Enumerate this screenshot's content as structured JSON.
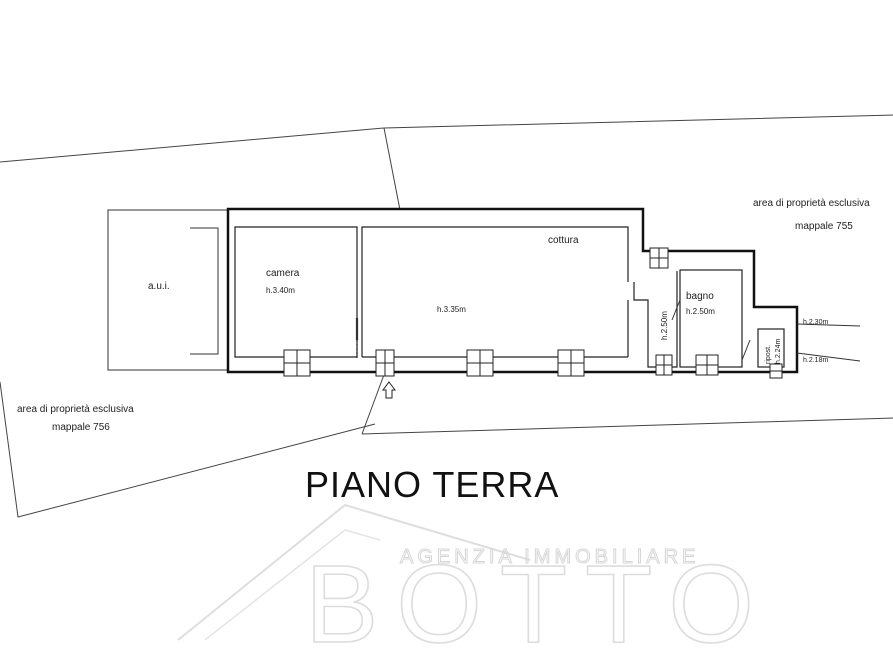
{
  "plan": {
    "title": "PIANO TERRA",
    "areas": {
      "east_line1": "area di proprietà esclusiva",
      "east_line2": "mappale 755",
      "west_line1": "area di proprietà esclusiva",
      "west_line2": "mappale 756",
      "aui": "a.u.i."
    },
    "rooms": {
      "camera": {
        "name": "camera",
        "height": "h.3.40m"
      },
      "cottura": {
        "name": "cottura"
      },
      "main_height": "h.3.35m",
      "corridor_height": "h.2.50m",
      "bagno": {
        "name": "bagno",
        "height": "h.2.50m"
      },
      "ripost": {
        "name": "ripost.",
        "height": "h.2.24m"
      }
    },
    "heights": {
      "right_top": "h.2.30m",
      "right_bottom": "h.2.18m"
    }
  },
  "watermark": {
    "line1": "AGENZIA IMMOBILIARE",
    "line2": "BOTTO"
  }
}
